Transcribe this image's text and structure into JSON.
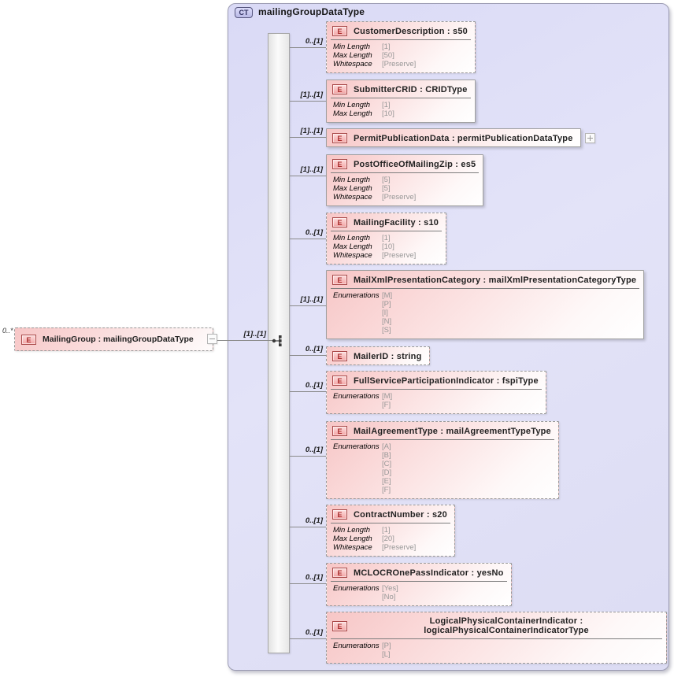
{
  "diagram": {
    "complex_type": {
      "badge": "CT",
      "title": "mailingGroupDataType"
    },
    "root": {
      "occurrence": "0..*",
      "badge": "E",
      "name": "MailingGroup",
      "type": "mailingGroupDataType",
      "cardinality": "[1]..[1]",
      "compositor": "sequence"
    },
    "element_badge": "E",
    "elements": [
      {
        "name": "CustomerDescription",
        "type": "s50",
        "cardinality": "0..[1]",
        "optional": true,
        "facets": [
          {
            "label": "Min Length",
            "values": [
              "[1]"
            ]
          },
          {
            "label": "Max Length",
            "values": [
              "[50]"
            ]
          },
          {
            "label": "Whitespace",
            "values": [
              "[Preserve]"
            ]
          }
        ]
      },
      {
        "name": "SubmitterCRID",
        "type": "CRIDType",
        "cardinality": "[1]..[1]",
        "optional": false,
        "facets": [
          {
            "label": "Min Length",
            "values": [
              "[1]"
            ]
          },
          {
            "label": "Max Length",
            "values": [
              "[10]"
            ]
          }
        ]
      },
      {
        "name": "PermitPublicationData",
        "type": "permitPublicationDataType",
        "cardinality": "[1]..[1]",
        "optional": false,
        "expandable": true,
        "facets": []
      },
      {
        "name": "PostOfficeOfMailingZip",
        "type": "es5",
        "cardinality": "[1]..[1]",
        "optional": false,
        "facets": [
          {
            "label": "Min Length",
            "values": [
              "[5]"
            ]
          },
          {
            "label": "Max Length",
            "values": [
              "[5]"
            ]
          },
          {
            "label": "Whitespace",
            "values": [
              "[Preserve]"
            ]
          }
        ]
      },
      {
        "name": "MailingFacility",
        "type": "s10",
        "cardinality": "0..[1]",
        "optional": true,
        "facets": [
          {
            "label": "Min Length",
            "values": [
              "[1]"
            ]
          },
          {
            "label": "Max Length",
            "values": [
              "[10]"
            ]
          },
          {
            "label": "Whitespace",
            "values": [
              "[Preserve]"
            ]
          }
        ]
      },
      {
        "name": "MailXmlPresentationCategory",
        "type": "mailXmlPresentationCategoryType",
        "cardinality": "[1]..[1]",
        "optional": false,
        "facets": [
          {
            "label": "Enumerations",
            "values": [
              "[M]",
              "[P]",
              "[I]",
              "[N]",
              "[S]"
            ]
          }
        ]
      },
      {
        "name": "MailerID",
        "type": "string",
        "cardinality": "0..[1]",
        "optional": true,
        "facets": []
      },
      {
        "name": "FullServiceParticipationIndicator",
        "type": "fspiType",
        "cardinality": "0..[1]",
        "optional": true,
        "facets": [
          {
            "label": "Enumerations",
            "values": [
              "[M]",
              "[F]"
            ]
          }
        ]
      },
      {
        "name": "MailAgreementType",
        "type": "mailAgreementTypeType",
        "cardinality": "0..[1]",
        "optional": true,
        "facets": [
          {
            "label": "Enumerations",
            "values": [
              "[A]",
              "[B]",
              "[C]",
              "[D]",
              "[E]",
              "[F]"
            ]
          }
        ]
      },
      {
        "name": "ContractNumber",
        "type": "s20",
        "cardinality": "0..[1]",
        "optional": true,
        "facets": [
          {
            "label": "Min Length",
            "values": [
              "[1]"
            ]
          },
          {
            "label": "Max Length",
            "values": [
              "[20]"
            ]
          },
          {
            "label": "Whitespace",
            "values": [
              "[Preserve]"
            ]
          }
        ]
      },
      {
        "name": "MCLOCROnePassIndicator",
        "type": "yesNo",
        "cardinality": "0..[1]",
        "optional": true,
        "facets": [
          {
            "label": "Enumerations",
            "values": [
              "[Yes]",
              "[No]"
            ]
          }
        ]
      },
      {
        "name": "LogicalPhysicalContainerIndicator",
        "type": "logicalPhysicalContainerIndicatorType",
        "cardinality": "0..[1]",
        "optional": true,
        "wrap_title": true,
        "facets": [
          {
            "label": "Enumerations",
            "values": [
              "[P]",
              "[L]"
            ]
          }
        ]
      }
    ]
  }
}
